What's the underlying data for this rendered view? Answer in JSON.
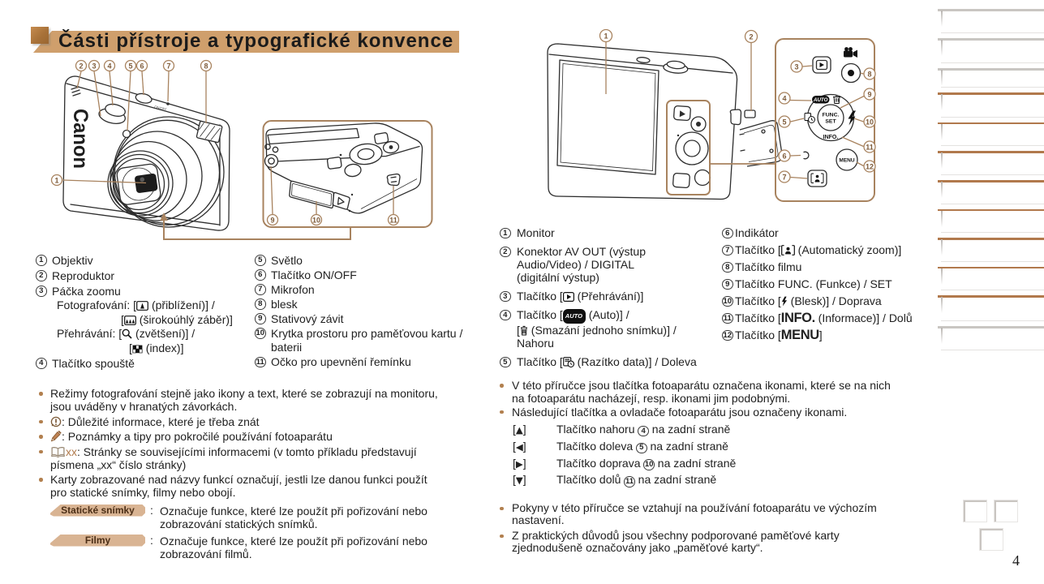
{
  "header": {
    "title": "Části přístroje a typografické konvence"
  },
  "page": {
    "number": "4"
  },
  "figures": {
    "front": {
      "brand": "Canon",
      "onoff_label": "ON/OFF",
      "callouts": [
        "1",
        "2",
        "3",
        "4",
        "5",
        "6",
        "7",
        "8"
      ]
    },
    "bottom": {
      "callouts": [
        "9",
        "10",
        "11"
      ]
    },
    "back": {
      "callouts": [
        "1",
        "2"
      ]
    },
    "controls": {
      "callouts": [
        "3",
        "4",
        "5",
        "6",
        "7",
        "8",
        "9",
        "10",
        "11",
        "12"
      ],
      "labels": {
        "auto": "AUTO",
        "func": "FUNC.",
        "set": "SET",
        "info": "INFO.",
        "menu": "MENU"
      }
    }
  },
  "parts_left": {
    "col_a": [
      {
        "num": "1",
        "lines": [
          {
            "ind": 0,
            "seg": [
              {
                "t": "Objektiv"
              }
            ]
          }
        ]
      },
      {
        "num": "2",
        "lines": [
          {
            "ind": 0,
            "seg": [
              {
                "t": "Reproduktor"
              }
            ]
          }
        ]
      },
      {
        "num": "3",
        "lines": [
          {
            "ind": 0,
            "seg": [
              {
                "t": "Páčka zoomu"
              }
            ]
          },
          {
            "ind": 1,
            "seg": [
              {
                "t": "Fotografování: ["
              },
              {
                "i": "zoomt"
              },
              {
                "t": " (přiblížení)] /"
              }
            ]
          },
          {
            "ind": 2,
            "seg": [
              {
                "t": "["
              },
              {
                "i": "zoomw"
              },
              {
                "t": " (širokoúhlý záběr)]"
              }
            ]
          },
          {
            "ind": 1,
            "seg": [
              {
                "t": "Přehrávání: ["
              },
              {
                "i": "mag"
              },
              {
                "t": " (zvětšení)] /"
              }
            ]
          },
          {
            "ind": 3,
            "seg": [
              {
                "t": "["
              },
              {
                "i": "index"
              },
              {
                "t": " (index)]"
              }
            ]
          }
        ]
      },
      {
        "num": "4",
        "lines": [
          {
            "ind": 0,
            "seg": [
              {
                "t": "Tlačítko spouště"
              }
            ]
          }
        ]
      }
    ],
    "col_b": [
      {
        "num": "5",
        "lines": [
          {
            "ind": 0,
            "seg": [
              {
                "t": "Světlo"
              }
            ]
          }
        ]
      },
      {
        "num": "6",
        "lines": [
          {
            "ind": 0,
            "seg": [
              {
                "t": "Tlačítko ON/OFF"
              }
            ]
          }
        ]
      },
      {
        "num": "7",
        "lines": [
          {
            "ind": 0,
            "seg": [
              {
                "t": "Mikrofon"
              }
            ]
          }
        ]
      },
      {
        "num": "8",
        "lines": [
          {
            "ind": 0,
            "seg": [
              {
                "t": "blesk"
              }
            ]
          }
        ]
      },
      {
        "num": "9",
        "lines": [
          {
            "ind": 0,
            "seg": [
              {
                "t": "Stativový závit"
              }
            ]
          }
        ]
      },
      {
        "num": "10",
        "lines": [
          {
            "ind": 0,
            "seg": [
              {
                "t": "Krytka prostoru pro paměťovou kartu /"
              }
            ]
          },
          {
            "ind": 0,
            "seg": [
              {
                "t": "baterii"
              }
            ]
          }
        ]
      },
      {
        "num": "11",
        "lines": [
          {
            "ind": 0,
            "seg": [
              {
                "t": "Očko pro upevnění řemínku"
              }
            ]
          }
        ]
      }
    ]
  },
  "notes_left": [
    {
      "lines": [
        {
          "seg": [
            {
              "t": "Režimy fotografování stejně jako ikony a text, které se zobrazují na monitoru,"
            }
          ]
        },
        {
          "seg": [
            {
              "t": "jsou uváděny v hranatých závorkách."
            }
          ]
        }
      ]
    },
    {
      "lines": [
        {
          "seg": [
            {
              "i": "imp"
            },
            {
              "t": ": Důležité informace, které je třeba znát"
            }
          ]
        }
      ]
    },
    {
      "lines": [
        {
          "seg": [
            {
              "i": "pencil"
            },
            {
              "t": ": Poznámky a tipy pro pokročilé používání fotoaparátu"
            }
          ]
        }
      ]
    },
    {
      "lines": [
        {
          "seg": [
            {
              "i": "book"
            },
            {
              "c": "xx"
            },
            {
              "t": ": Stránky se souvisejícími informacemi (v tomto příkladu představují"
            }
          ]
        },
        {
          "seg": [
            {
              "t": "písmena „xx“ číslo stránky)"
            }
          ]
        }
      ]
    },
    {
      "lines": [
        {
          "seg": [
            {
              "t": "Karty zobrazované nad názvy funkcí označují, jestli lze danou funkci použít"
            }
          ]
        },
        {
          "seg": [
            {
              "t": "pro statické snímky, filmy nebo obojí."
            }
          ]
        }
      ]
    }
  ],
  "badges": [
    {
      "label": "Statické snímky",
      "colon": ":",
      "lines": [
        "Označuje funkce, které lze použít při pořizování nebo",
        "zobrazování statických snímků."
      ]
    },
    {
      "label": "Filmy",
      "colon": ":",
      "lines": [
        "Označuje funkce, které lze použít při pořizování nebo",
        "zobrazování filmů."
      ]
    }
  ],
  "parts_right": {
    "col_a": [
      {
        "num": "1",
        "lines": [
          {
            "ind": 0,
            "seg": [
              {
                "t": "Monitor"
              }
            ]
          }
        ]
      },
      {
        "num": "2",
        "lines": [
          {
            "ind": 0,
            "seg": [
              {
                "t": "Konektor AV OUT (výstup"
              }
            ]
          },
          {
            "ind": 0,
            "seg": [
              {
                "t": "Audio/Video) / DIGITAL"
              }
            ]
          },
          {
            "ind": 0,
            "seg": [
              {
                "t": "(digitální výstup)"
              }
            ]
          }
        ]
      },
      {
        "num": "3",
        "lines": [
          {
            "ind": 0,
            "seg": [
              {
                "t": "Tlačítko ["
              },
              {
                "i": "play"
              },
              {
                "t": " (Přehrávání)]"
              }
            ]
          }
        ]
      },
      {
        "num": "4",
        "lines": [
          {
            "ind": 0,
            "seg": [
              {
                "t": "Tlačítko ["
              },
              {
                "p": "AUTO"
              },
              {
                "t": " (Auto)] /"
              }
            ]
          },
          {
            "ind": 0,
            "seg": [
              {
                "t": "["
              },
              {
                "i": "trash"
              },
              {
                "t": " (Smazání jednoho snímku)] /"
              }
            ]
          },
          {
            "ind": 0,
            "seg": [
              {
                "t": "Nahoru"
              }
            ]
          }
        ]
      },
      {
        "num": "5",
        "lines": [
          {
            "ind": 0,
            "seg": [
              {
                "t": "Tlačítko ["
              },
              {
                "i": "date"
              },
              {
                "t": " (Razítko data)] / Doleva"
              }
            ]
          }
        ]
      }
    ],
    "col_b": [
      {
        "num": "6",
        "lines": [
          {
            "ind": 0,
            "seg": [
              {
                "t": "Indikátor"
              }
            ]
          }
        ]
      },
      {
        "num": "7",
        "lines": [
          {
            "ind": 0,
            "seg": [
              {
                "t": "Tlačítko ["
              },
              {
                "i": "azoom"
              },
              {
                "t": " (Automatický zoom)]"
              }
            ]
          }
        ]
      },
      {
        "num": "8",
        "lines": [
          {
            "ind": 0,
            "seg": [
              {
                "t": "Tlačítko filmu"
              }
            ]
          }
        ]
      },
      {
        "num": "9",
        "lines": [
          {
            "ind": 0,
            "seg": [
              {
                "t": "Tlačítko FUNC. (Funkce) / SET"
              }
            ]
          }
        ]
      },
      {
        "num": "10",
        "lines": [
          {
            "ind": 0,
            "seg": [
              {
                "t": "Tlačítko ["
              },
              {
                "i": "flash"
              },
              {
                "t": " (Blesk)] / Doprava"
              }
            ]
          }
        ]
      },
      {
        "num": "11",
        "lines": [
          {
            "ind": 0,
            "seg": [
              {
                "t": "Tlačítko ["
              },
              {
                "b": "INFO."
              },
              {
                "t": " (Informace)] / Dolů"
              }
            ]
          }
        ]
      },
      {
        "num": "12",
        "lines": [
          {
            "ind": 0,
            "seg": [
              {
                "t": "Tlačítko ["
              },
              {
                "b": "MENU"
              },
              {
                "t": "]"
              }
            ]
          }
        ]
      }
    ]
  },
  "notes_right_1": [
    {
      "lines": [
        {
          "seg": [
            {
              "t": "V této příručce jsou tlačítka fotoaparátu označena ikonami, které se na nich"
            }
          ]
        },
        {
          "seg": [
            {
              "t": "na fotoaparátu nacházejí, resp. ikonami jim podobnými."
            }
          ]
        }
      ]
    },
    {
      "lines": [
        {
          "seg": [
            {
              "t": "Následující tlačítka a ovladače fotoaparátu jsou označeny ikonami."
            }
          ]
        }
      ]
    }
  ],
  "arrow_rows": [
    {
      "icon": [
        {
          "t": "["
        },
        {
          "tri": "▲"
        },
        {
          "t": "]"
        }
      ],
      "text": [
        {
          "t": "Tlačítko nahoru "
        },
        {
          "n": "4"
        },
        {
          "t": " na zadní straně"
        }
      ]
    },
    {
      "icon": [
        {
          "t": "["
        },
        {
          "tri": "◀"
        },
        {
          "t": "]"
        }
      ],
      "text": [
        {
          "t": "Tlačítko doleva "
        },
        {
          "n": "5"
        },
        {
          "t": " na zadní straně"
        }
      ]
    },
    {
      "icon": [
        {
          "t": "["
        },
        {
          "tri": "▶"
        },
        {
          "t": "]"
        }
      ],
      "text": [
        {
          "t": "Tlačítko doprava "
        },
        {
          "n": "10"
        },
        {
          "t": " na zadní straně"
        }
      ]
    },
    {
      "icon": [
        {
          "t": "["
        },
        {
          "tri": "▼"
        },
        {
          "t": "]"
        }
      ],
      "text": [
        {
          "t": "Tlačítko dolů "
        },
        {
          "n": "11"
        },
        {
          "t": " na zadní straně"
        }
      ]
    }
  ],
  "notes_right_2": [
    {
      "lines": [
        {
          "seg": [
            {
              "t": "Pokyny v této příručce se vztahují na používání fotoaparátu ve výchozím"
            }
          ]
        },
        {
          "seg": [
            {
              "t": "nastavení."
            }
          ]
        }
      ]
    },
    {
      "lines": [
        {
          "seg": [
            {
              "t": "Z praktických důvodů jsou všechny podporované paměťové karty"
            }
          ]
        },
        {
          "seg": [
            {
              "t": "zjednodušeně označovány jako „paměťové karty“."
            }
          ]
        }
      ]
    }
  ],
  "sidebar": {
    "tabs": [
      {
        "accent": false
      },
      {
        "accent": false
      },
      {
        "accent": false
      },
      {
        "accent": true
      },
      {
        "accent": true
      },
      {
        "accent": true
      },
      {
        "accent": true
      },
      {
        "accent": true
      },
      {
        "accent": true
      },
      {
        "accent": true
      },
      {
        "accent": true
      },
      {
        "accent": false
      }
    ]
  }
}
